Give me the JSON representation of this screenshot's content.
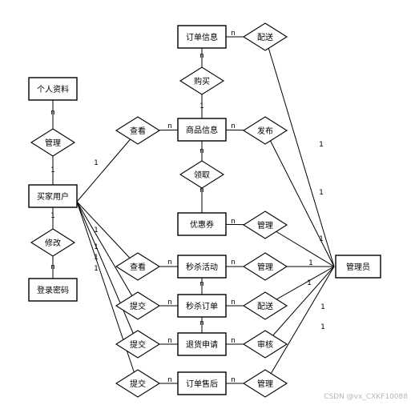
{
  "entities": {
    "order_info": "订单信息",
    "profile": "个人资料",
    "product_info": "商品信息",
    "buyer": "买家用户",
    "coupon": "优惠券",
    "flash_activity": "秒杀活动",
    "admin": "管理员",
    "login_password": "登录密码",
    "flash_order": "秒杀订单",
    "refund_request": "退货申请",
    "after_sale": "订单售后"
  },
  "relationships": {
    "delivery_top": "配送",
    "purchase": "购买",
    "view_product": "查看",
    "publish": "发布",
    "manage_profile": "管理",
    "claim": "领取",
    "manage_coupon": "管理",
    "modify": "修改",
    "view_flash": "查看",
    "manage_flash": "管理",
    "submit_flash_order": "提交",
    "delivery_flash": "配送",
    "submit_refund": "提交",
    "review": "审核",
    "submit_after_sale": "提交",
    "manage_after_sale": "管理"
  },
  "cardinality": {
    "one": "1",
    "many": "n"
  },
  "watermark": "CSDN @vx_CXKF10088"
}
